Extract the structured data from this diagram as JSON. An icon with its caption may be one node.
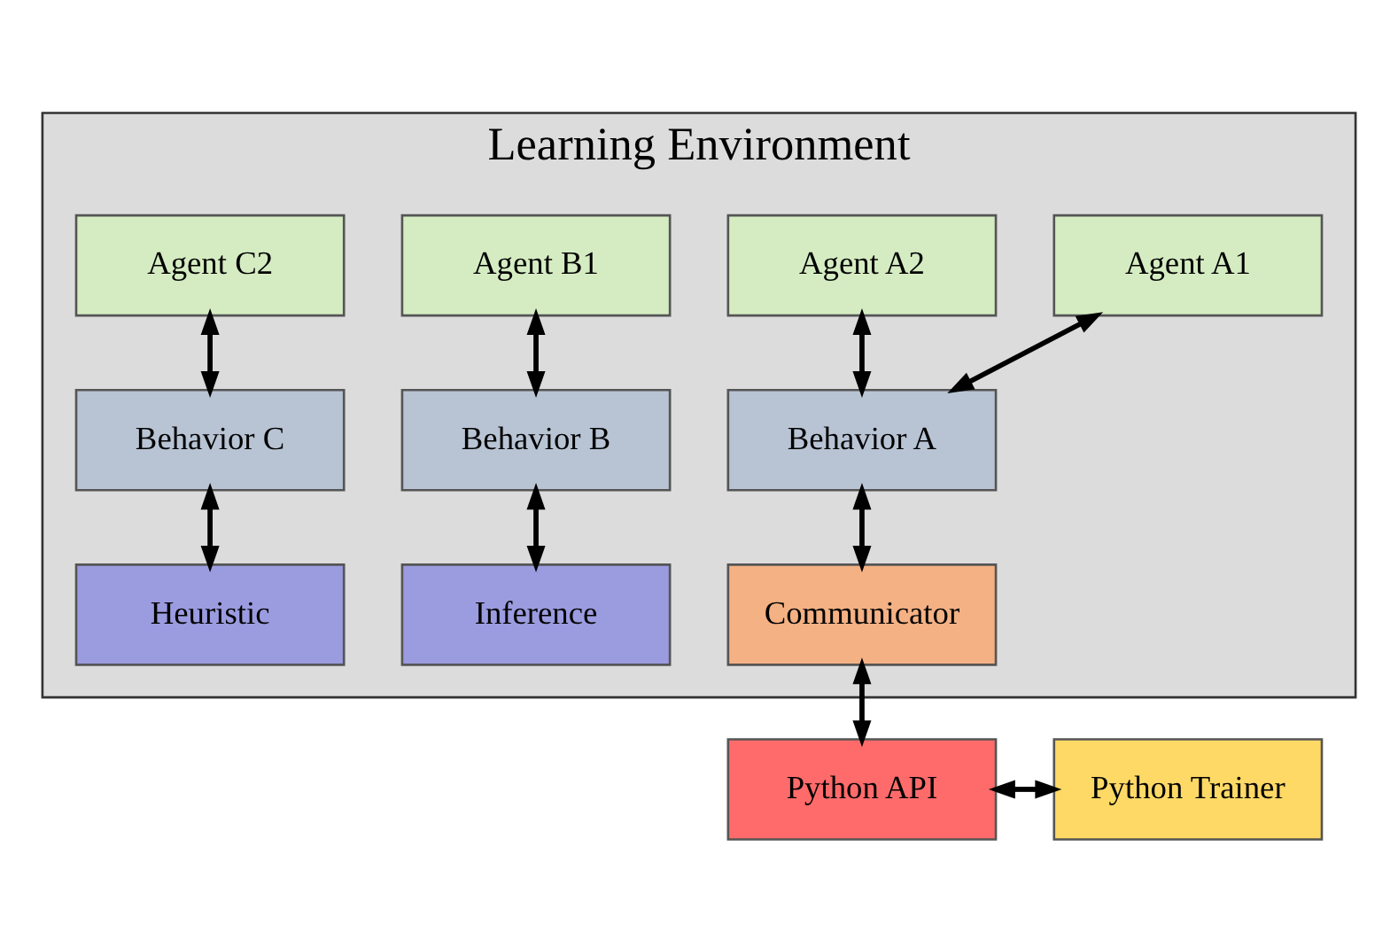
{
  "diagram": {
    "nodes": [
      {
        "text": [
          "Learning Environment"
        ]
      },
      {
        "text": [
          "Agent A1"
        ],
        "in": 0
      },
      {
        "text": [
          "Agent A2"
        ],
        "in": 0
      },
      {
        "text": [
          "Agent B1"
        ],
        "in": 0
      },
      {
        "text": [
          "Agent C2"
        ],
        "in": 0
      },
      {
        "text": [
          "Behavior A"
        ],
        "in": 0
      },
      {
        "text": [
          "Behavior B"
        ],
        "in": 0
      },
      {
        "text": [
          "Behavior C"
        ],
        "in": 0
      },
      {
        "text": [
          "Communicator"
        ],
        "in": 0
      },
      {
        "text": [
          "Inference"
        ],
        "in": 0
      },
      {
        "text": [
          "Heuristic"
        ],
        "in": 0
      },
      {
        "text": [
          "Python API"
        ]
      },
      {
        "text": [
          "Python Trainer"
        ]
      }
    ],
    "edges": [
      {
        "from": 5,
        "to": 1,
        "arrow": "both"
      },
      {
        "from": 5,
        "to": 2,
        "arrow": "both"
      },
      {
        "from": 3,
        "to": 6,
        "arrow": "both"
      },
      {
        "from": 4,
        "to": 7,
        "arrow": "both"
      },
      {
        "from": 5,
        "to": 8,
        "arrow": "both"
      },
      {
        "from": 6,
        "to": 9,
        "arrow": "both"
      },
      {
        "from": 7,
        "to": 10,
        "arrow": "both"
      },
      {
        "from": 8,
        "to": 11,
        "arrow": "both"
      },
      {
        "from": 11,
        "to": 12,
        "arrow": "both"
      }
    ]
  }
}
